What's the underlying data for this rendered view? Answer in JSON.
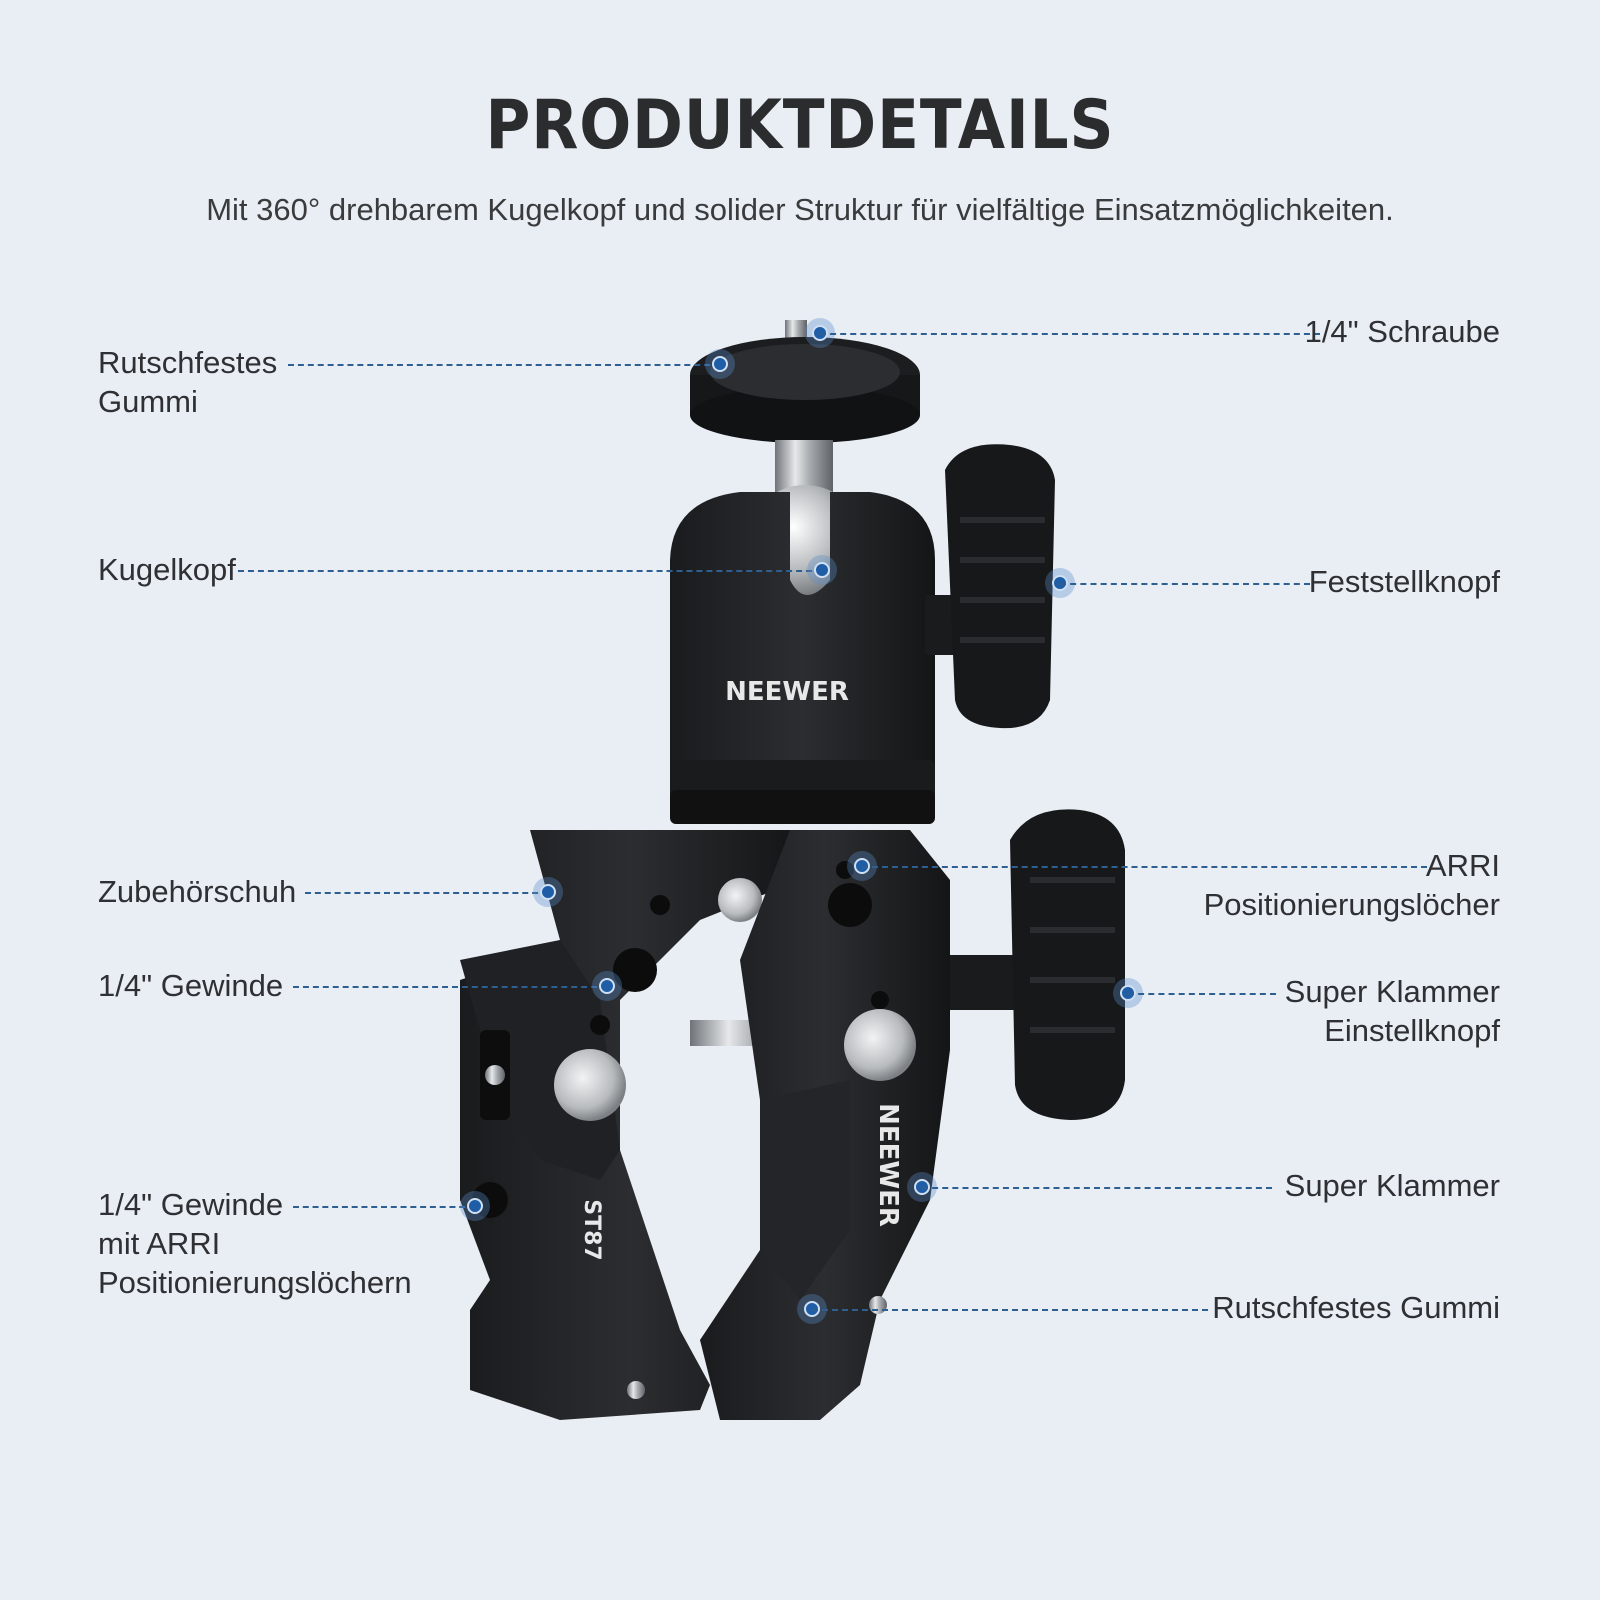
{
  "header": {
    "title": "PRODUKTDETAILS",
    "subtitle": "Mit 360° drehbarem Kugelkopf und solider Struktur für vielfältige Einsatzmöglichkeiten."
  },
  "product": {
    "brand_head": "NEEWER",
    "brand_clamp": "NEEWER",
    "model": "ST87"
  },
  "callouts": {
    "left": [
      {
        "label_1": "Rutschfestes",
        "label_2": "Gummi"
      },
      {
        "label_1": "Kugelkopf"
      },
      {
        "label_1": "Zubehörschuh"
      },
      {
        "label_1": "1/4\" Gewinde"
      },
      {
        "label_1": "1/4\" Gewinde",
        "label_2": "mit ARRI",
        "label_3": "Positionierungslöchern"
      }
    ],
    "right": [
      {
        "label_1": "1/4\" Schraube"
      },
      {
        "label_1": "Feststellknopf"
      },
      {
        "label_1": "ARRI",
        "label_2": "Positionierungslöcher"
      },
      {
        "label_1": "Super Klammer",
        "label_2": "Einstellknopf"
      },
      {
        "label_1": "Super Klammer"
      },
      {
        "label_1": "Rutschfestes Gummi"
      }
    ]
  },
  "colors": {
    "background": "#e9edf4",
    "accent": "#1f5ea6",
    "text": "#2f3033"
  }
}
